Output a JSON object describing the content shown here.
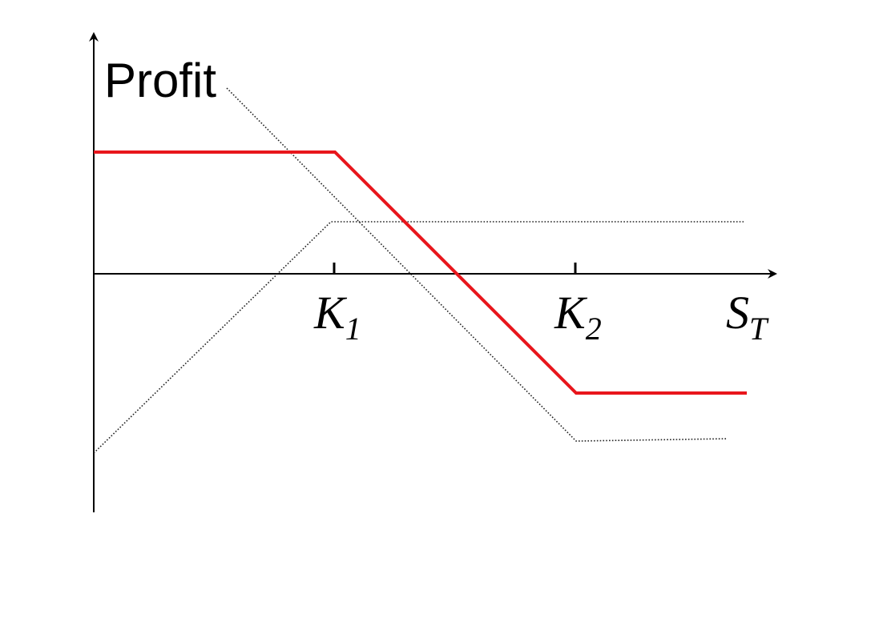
{
  "y_axis_label": "Profit",
  "x_axis_label": "S",
  "x_axis_label_sub": "T",
  "strikes": [
    {
      "letter": "K",
      "sub": "1"
    },
    {
      "letter": "K",
      "sub": "2"
    }
  ],
  "colors": {
    "profit_line": "#e8161c",
    "component_lines": "#222222",
    "axes": "#000000"
  }
}
